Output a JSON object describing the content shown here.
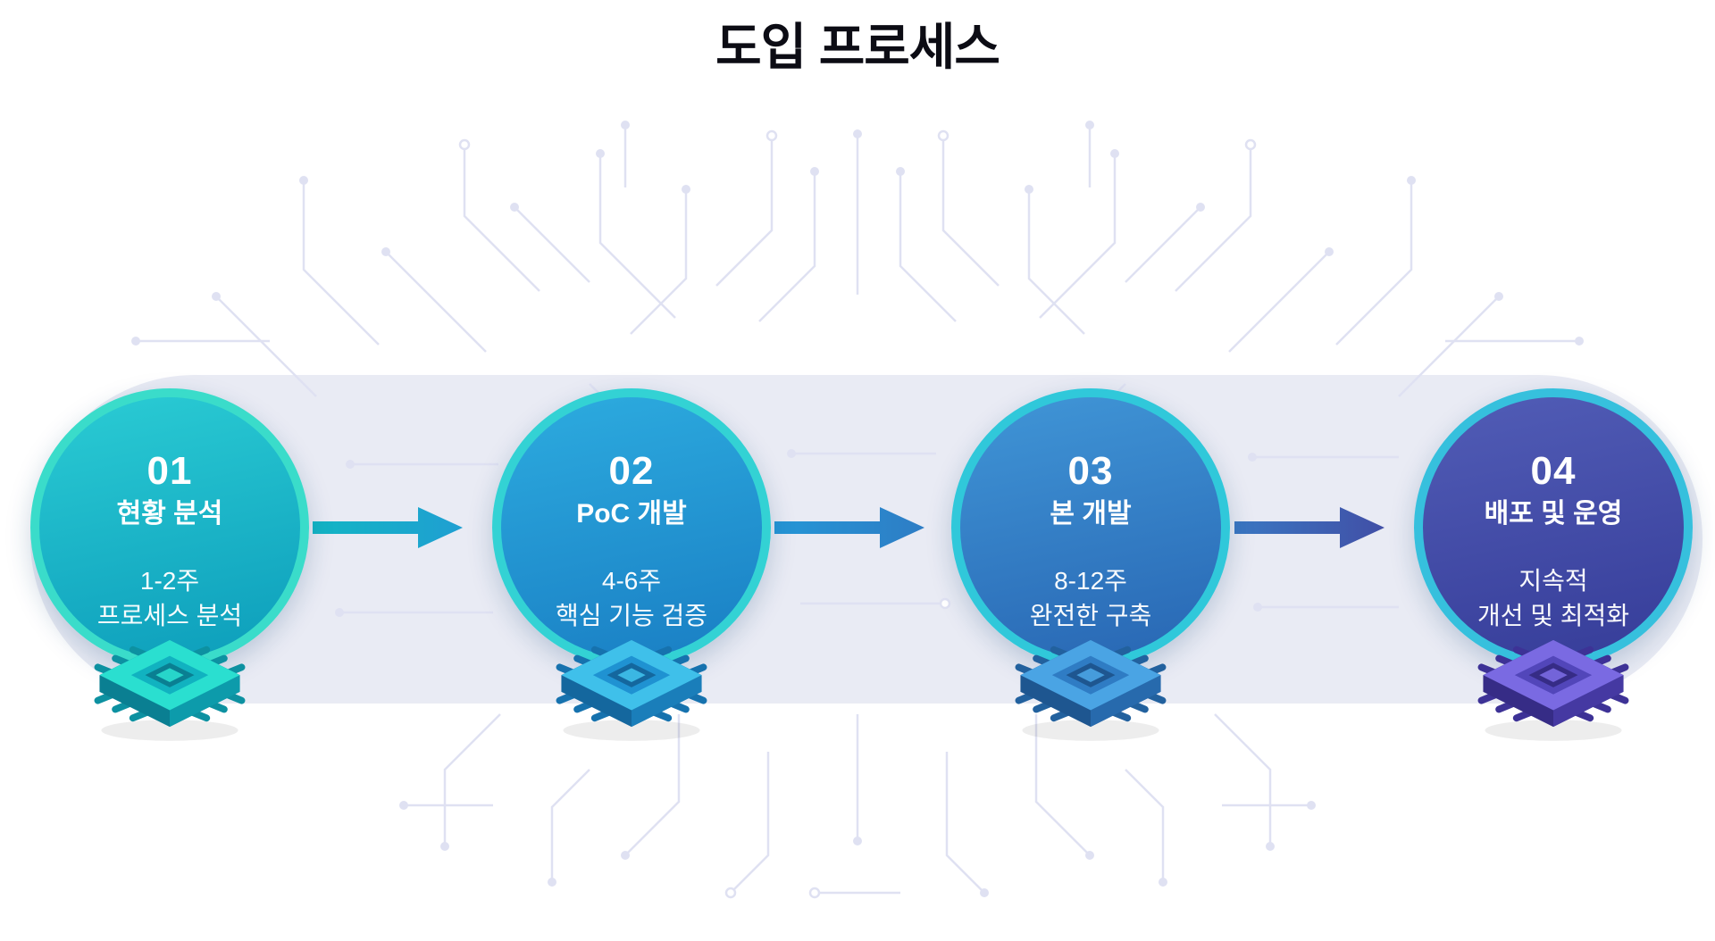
{
  "title": "도입 프로세스",
  "steps": [
    {
      "number": "01",
      "name": "현황 분석",
      "duration": "1-2주",
      "description": "프로세스 분석",
      "icon": "chip-isometric-icon",
      "colors": {
        "ring": "#3adcca",
        "fill_top": "#28c8d2",
        "fill_bottom": "#0fa1bd",
        "chip_light": "#2adfd0",
        "chip_mid": "#11b2c0",
        "chip_dark": "#0a7f92",
        "chip_pin": "#0d91a1"
      }
    },
    {
      "number": "02",
      "name": "PoC 개발",
      "duration": "4-6주",
      "description": "핵심 기능 검증",
      "icon": "chip-isometric-icon",
      "colors": {
        "ring": "#33d2d4",
        "fill_top": "#2ba8dd",
        "fill_bottom": "#1b82c6",
        "chip_light": "#3fc0ea",
        "chip_mid": "#1f92d2",
        "chip_dark": "#14679e",
        "chip_pin": "#1672ae"
      }
    },
    {
      "number": "03",
      "name": "본 개발",
      "duration": "8-12주",
      "description": "완전한 구축",
      "icon": "chip-isometric-icon",
      "colors": {
        "ring": "#30c8da",
        "fill_top": "#3e92d4",
        "fill_bottom": "#2a6ab6",
        "chip_light": "#4aa4e4",
        "chip_mid": "#2f7cc4",
        "chip_dark": "#1e5690",
        "chip_pin": "#22619e"
      }
    },
    {
      "number": "04",
      "name": "배포 및 운영",
      "duration": "지속적",
      "description": "개선 및 최적화",
      "icon": "chip-isometric-icon",
      "colors": {
        "ring": "#36c0dd",
        "fill_top": "#4f5ab4",
        "fill_bottom": "#383f9b",
        "chip_light": "#7a6ae2",
        "chip_mid": "#5246ba",
        "chip_dark": "#362c86",
        "chip_pin": "#3d3296"
      }
    }
  ],
  "arrows": [
    {
      "from": "#13b5c4",
      "to": "#1f9fd2"
    },
    {
      "from": "#2596d6",
      "to": "#2e7dc5"
    },
    {
      "from": "#3a77c2",
      "to": "#414fa6"
    }
  ],
  "background": {
    "circuit_line_color": "#dfe1f2",
    "band_color": "#e9ebf4"
  }
}
